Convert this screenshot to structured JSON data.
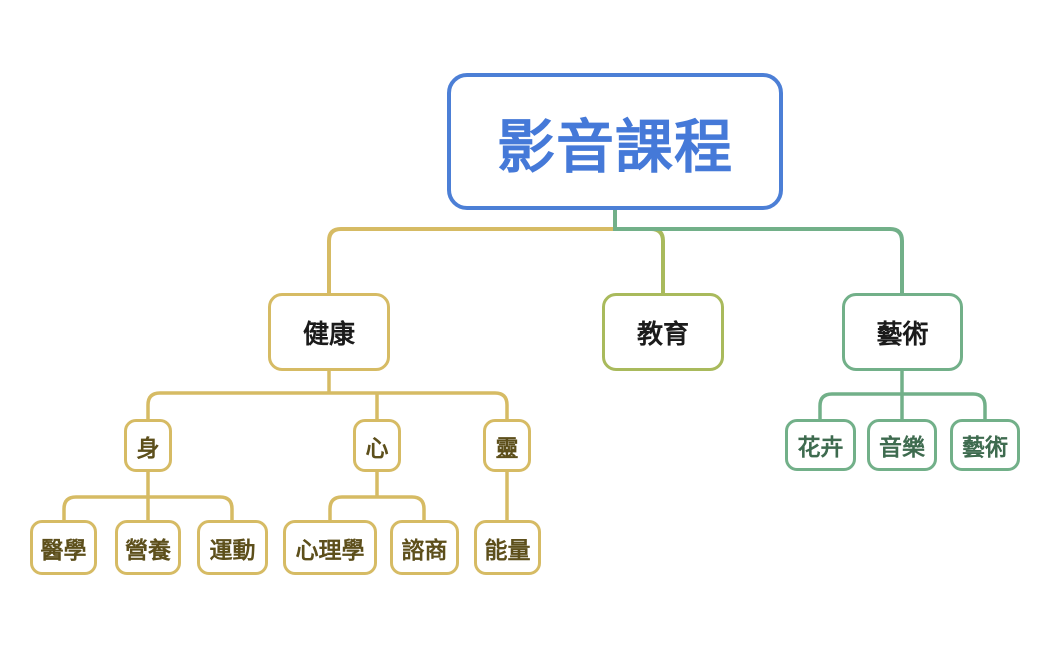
{
  "mindmap": {
    "root": {
      "label": "影音課程",
      "children": [
        {
          "label": "健康",
          "children": [
            {
              "label": "身",
              "children": [
                {
                  "label": "醫學"
                },
                {
                  "label": "營養"
                },
                {
                  "label": "運動"
                }
              ]
            },
            {
              "label": "心",
              "children": [
                {
                  "label": "心理學"
                },
                {
                  "label": "諮商"
                }
              ]
            },
            {
              "label": "靈",
              "children": [
                {
                  "label": "能量"
                }
              ]
            }
          ]
        },
        {
          "label": "教育",
          "children": []
        },
        {
          "label": "藝術",
          "children": [
            {
              "label": "花卉"
            },
            {
              "label": "音樂"
            },
            {
              "label": "藝術"
            }
          ]
        }
      ]
    }
  },
  "colors": {
    "root-border": "#4c7fd6",
    "root-text": "#4579d8",
    "branch-health": "#d6bb64",
    "branch-health-text": "#5d4f1b",
    "branch-education": "#a9ba5c",
    "branch-art": "#72b089",
    "branch-art-text": "#3e6b4f",
    "node-text-dark": "#1b1b1b",
    "canvas-bg": "#ffffff"
  }
}
